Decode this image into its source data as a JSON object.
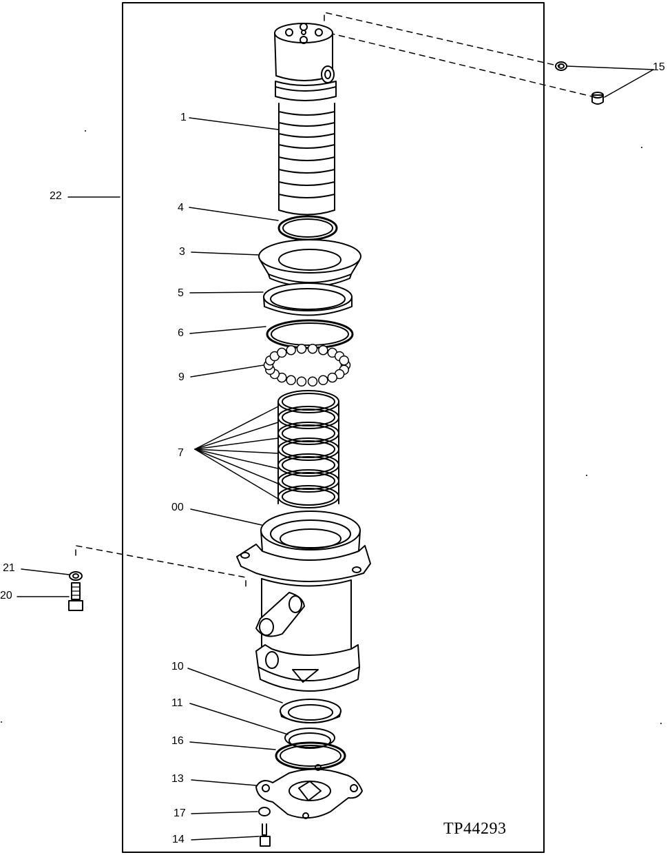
{
  "figure_code": "TP44293",
  "callouts": [
    "1",
    "3",
    "4",
    "5",
    "6",
    "7",
    "9",
    "00",
    "10",
    "11",
    "13",
    "14",
    "15",
    "16",
    "17",
    "20",
    "21",
    "22"
  ]
}
